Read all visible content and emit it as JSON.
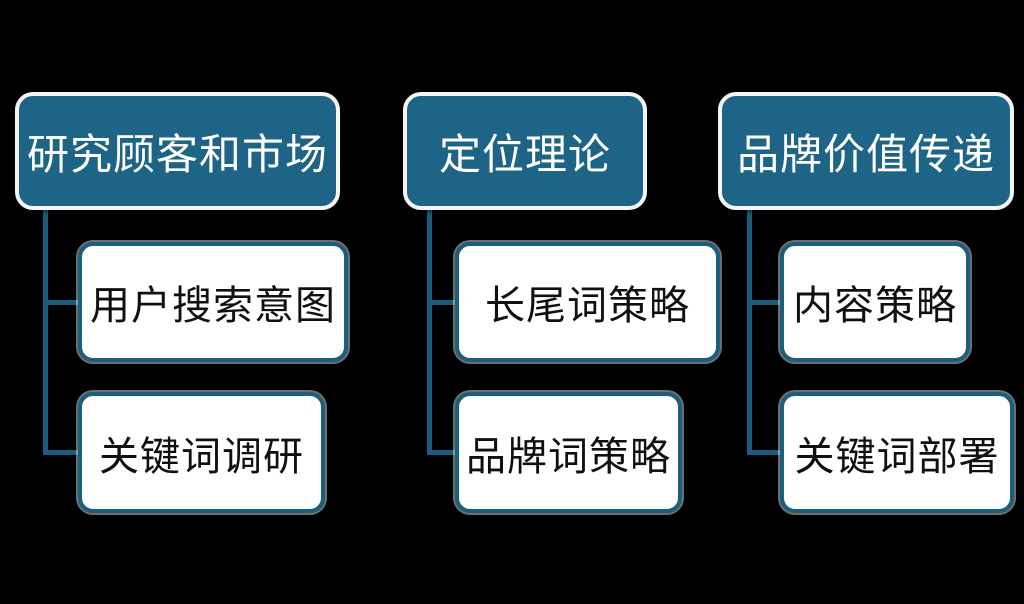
{
  "diagram": {
    "type": "tree-diagram",
    "background_color": "#000000",
    "colors": {
      "header_fill": "#1E6486",
      "header_border": "#F5F5F5",
      "header_text": "#FFFFFF",
      "child_fill": "#FFFFFF",
      "child_border": "#1C5E7D",
      "child_text": "#101010",
      "connector": "#1A5C7C"
    },
    "columns": [
      {
        "header": "研究顾客和市场",
        "children": [
          "用户搜索意图",
          "关键词调研"
        ]
      },
      {
        "header": "定位理论",
        "children": [
          "长尾词策略",
          "品牌词策略"
        ]
      },
      {
        "header": "品牌价值传递",
        "children": [
          "内容策略",
          "关键词部署"
        ]
      }
    ]
  }
}
